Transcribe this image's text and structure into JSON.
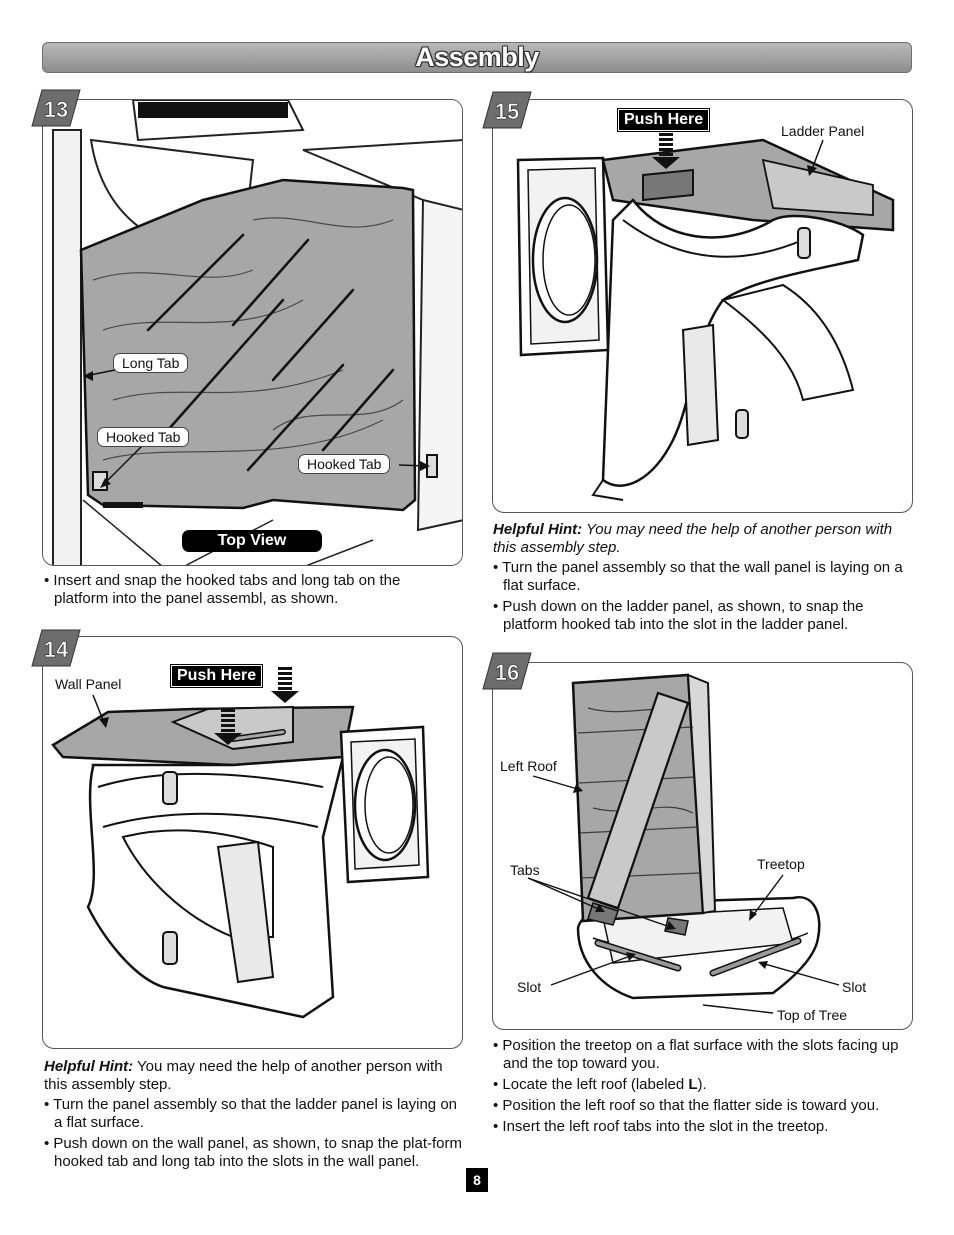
{
  "title": "Assembly",
  "page_number": "8",
  "steps": {
    "s13": {
      "number": "13",
      "labels": {
        "long_tab": "Long Tab",
        "hooked_tab_left": "Hooked Tab",
        "hooked_tab_right": "Hooked Tab",
        "top_view": "Top View"
      },
      "bullets": [
        "• Insert and snap the hooked tabs and long tab on the platform into the panel assembl, as shown."
      ]
    },
    "s14": {
      "number": "14",
      "labels": {
        "wall_panel": "Wall Panel",
        "push_here": "Push Here"
      },
      "hint_label": "Helpful Hint:",
      "hint_text": " You may need the help of another person with this assembly step.",
      "bullets": [
        "• Turn the panel assembly so that the ladder panel is laying on a flat surface.",
        "• Push down on the wall panel, as shown, to snap the plat-form hooked tab and long tab into the slots in the wall panel."
      ]
    },
    "s15": {
      "number": "15",
      "labels": {
        "push_here": "Push Here",
        "ladder_panel": "Ladder Panel"
      },
      "hint_label": "Helpful Hint:",
      "hint_text": " You may need the help of another person with this assembly step.",
      "bullets": [
        "• Turn the panel assembly so that the wall panel is laying on a flat surface.",
        "• Push down on the ladder panel, as shown, to snap the platform hooked tab into the slot in the ladder panel."
      ]
    },
    "s16": {
      "number": "16",
      "labels": {
        "left_roof": "Left Roof",
        "tabs": "Tabs",
        "treetop": "Treetop",
        "slot_left": "Slot",
        "slot_right": "Slot",
        "top_of_tree": "Top of Tree"
      },
      "bullets": [
        "• Position the treetop on a flat surface with the slots facing up and the top toward you.",
        "• Locate the left roof (labeled ",
        "• Position the left roof so that the flatter side is toward you.",
        "• Insert the left roof tabs into the slot in the treetop."
      ],
      "locate_bold": "L",
      "locate_end": ")."
    }
  },
  "colors": {
    "title_bar": "#9e9e9e",
    "panel_gray": "#a7a7a7",
    "badge": "#6d6d6d"
  }
}
